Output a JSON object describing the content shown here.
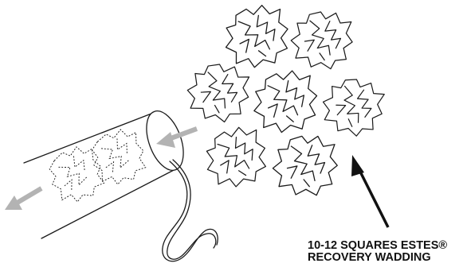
{
  "callout": {
    "line1": "10-12 SQUARES ESTES®",
    "line2": "RECOVERY WADDING"
  },
  "colors": {
    "ink": "#1a1a1a",
    "flow_arrow": "#b3b3b3",
    "pointer_arrow": "#111111",
    "background": "#ffffff"
  },
  "icons": [
    "wadding-square",
    "body-tube",
    "shock-cord",
    "flow-arrow",
    "pointer-arrow"
  ]
}
